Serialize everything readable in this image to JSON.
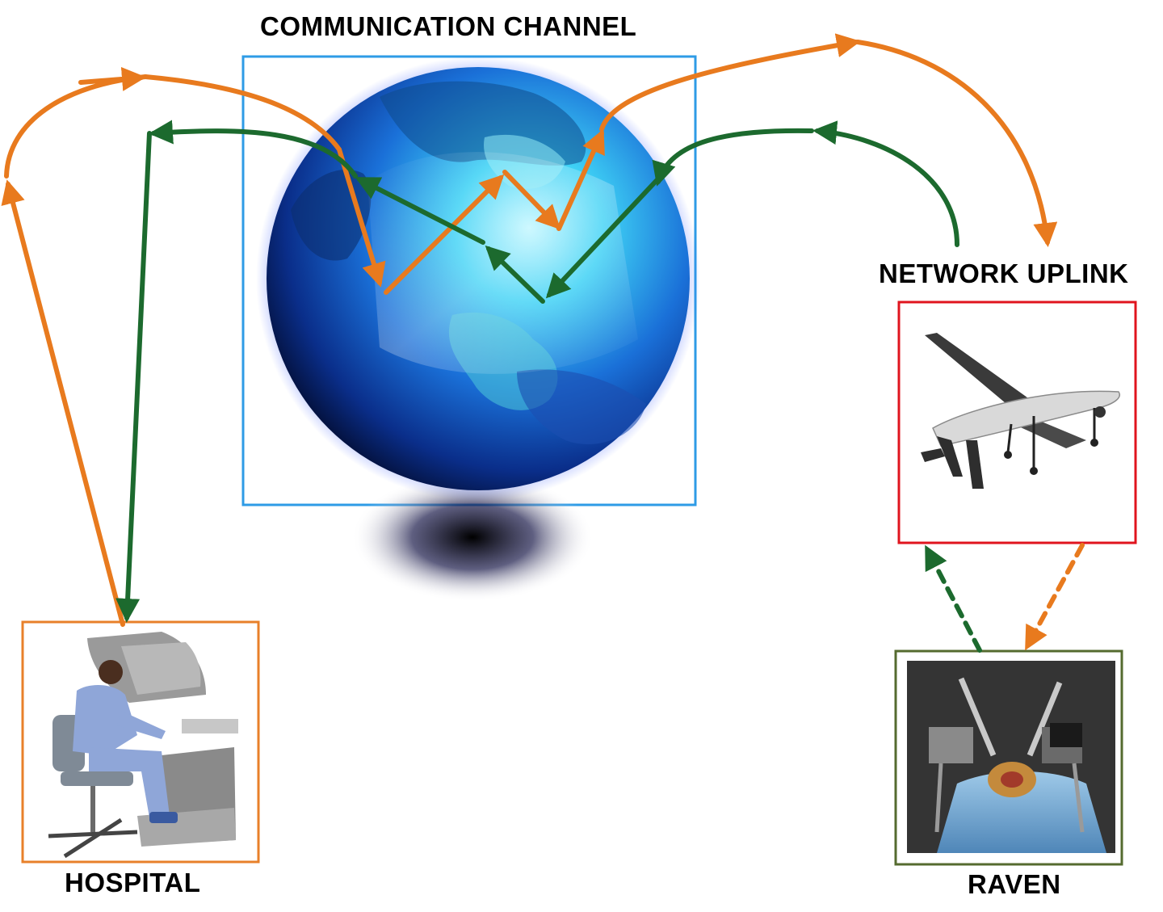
{
  "labels": {
    "communication_channel": "COMMUNICATION CHANNEL",
    "network_uplink": "NETWORK UPLINK",
    "hospital": "HOSPITAL",
    "raven": "RAVEN"
  },
  "colors": {
    "orange_path": "#E87A1E",
    "green_path": "#1C6A2E",
    "comm_box": "#2E9BE6",
    "uplink_box": "#E0141E",
    "hospital_box": "#E8802A",
    "raven_box": "#556B2F"
  },
  "icons": {
    "globe": "globe-icon",
    "drone": "drone-icon",
    "surgeon_console": "surgeon-console-icon",
    "raven_robot": "surgical-robot-icon"
  }
}
